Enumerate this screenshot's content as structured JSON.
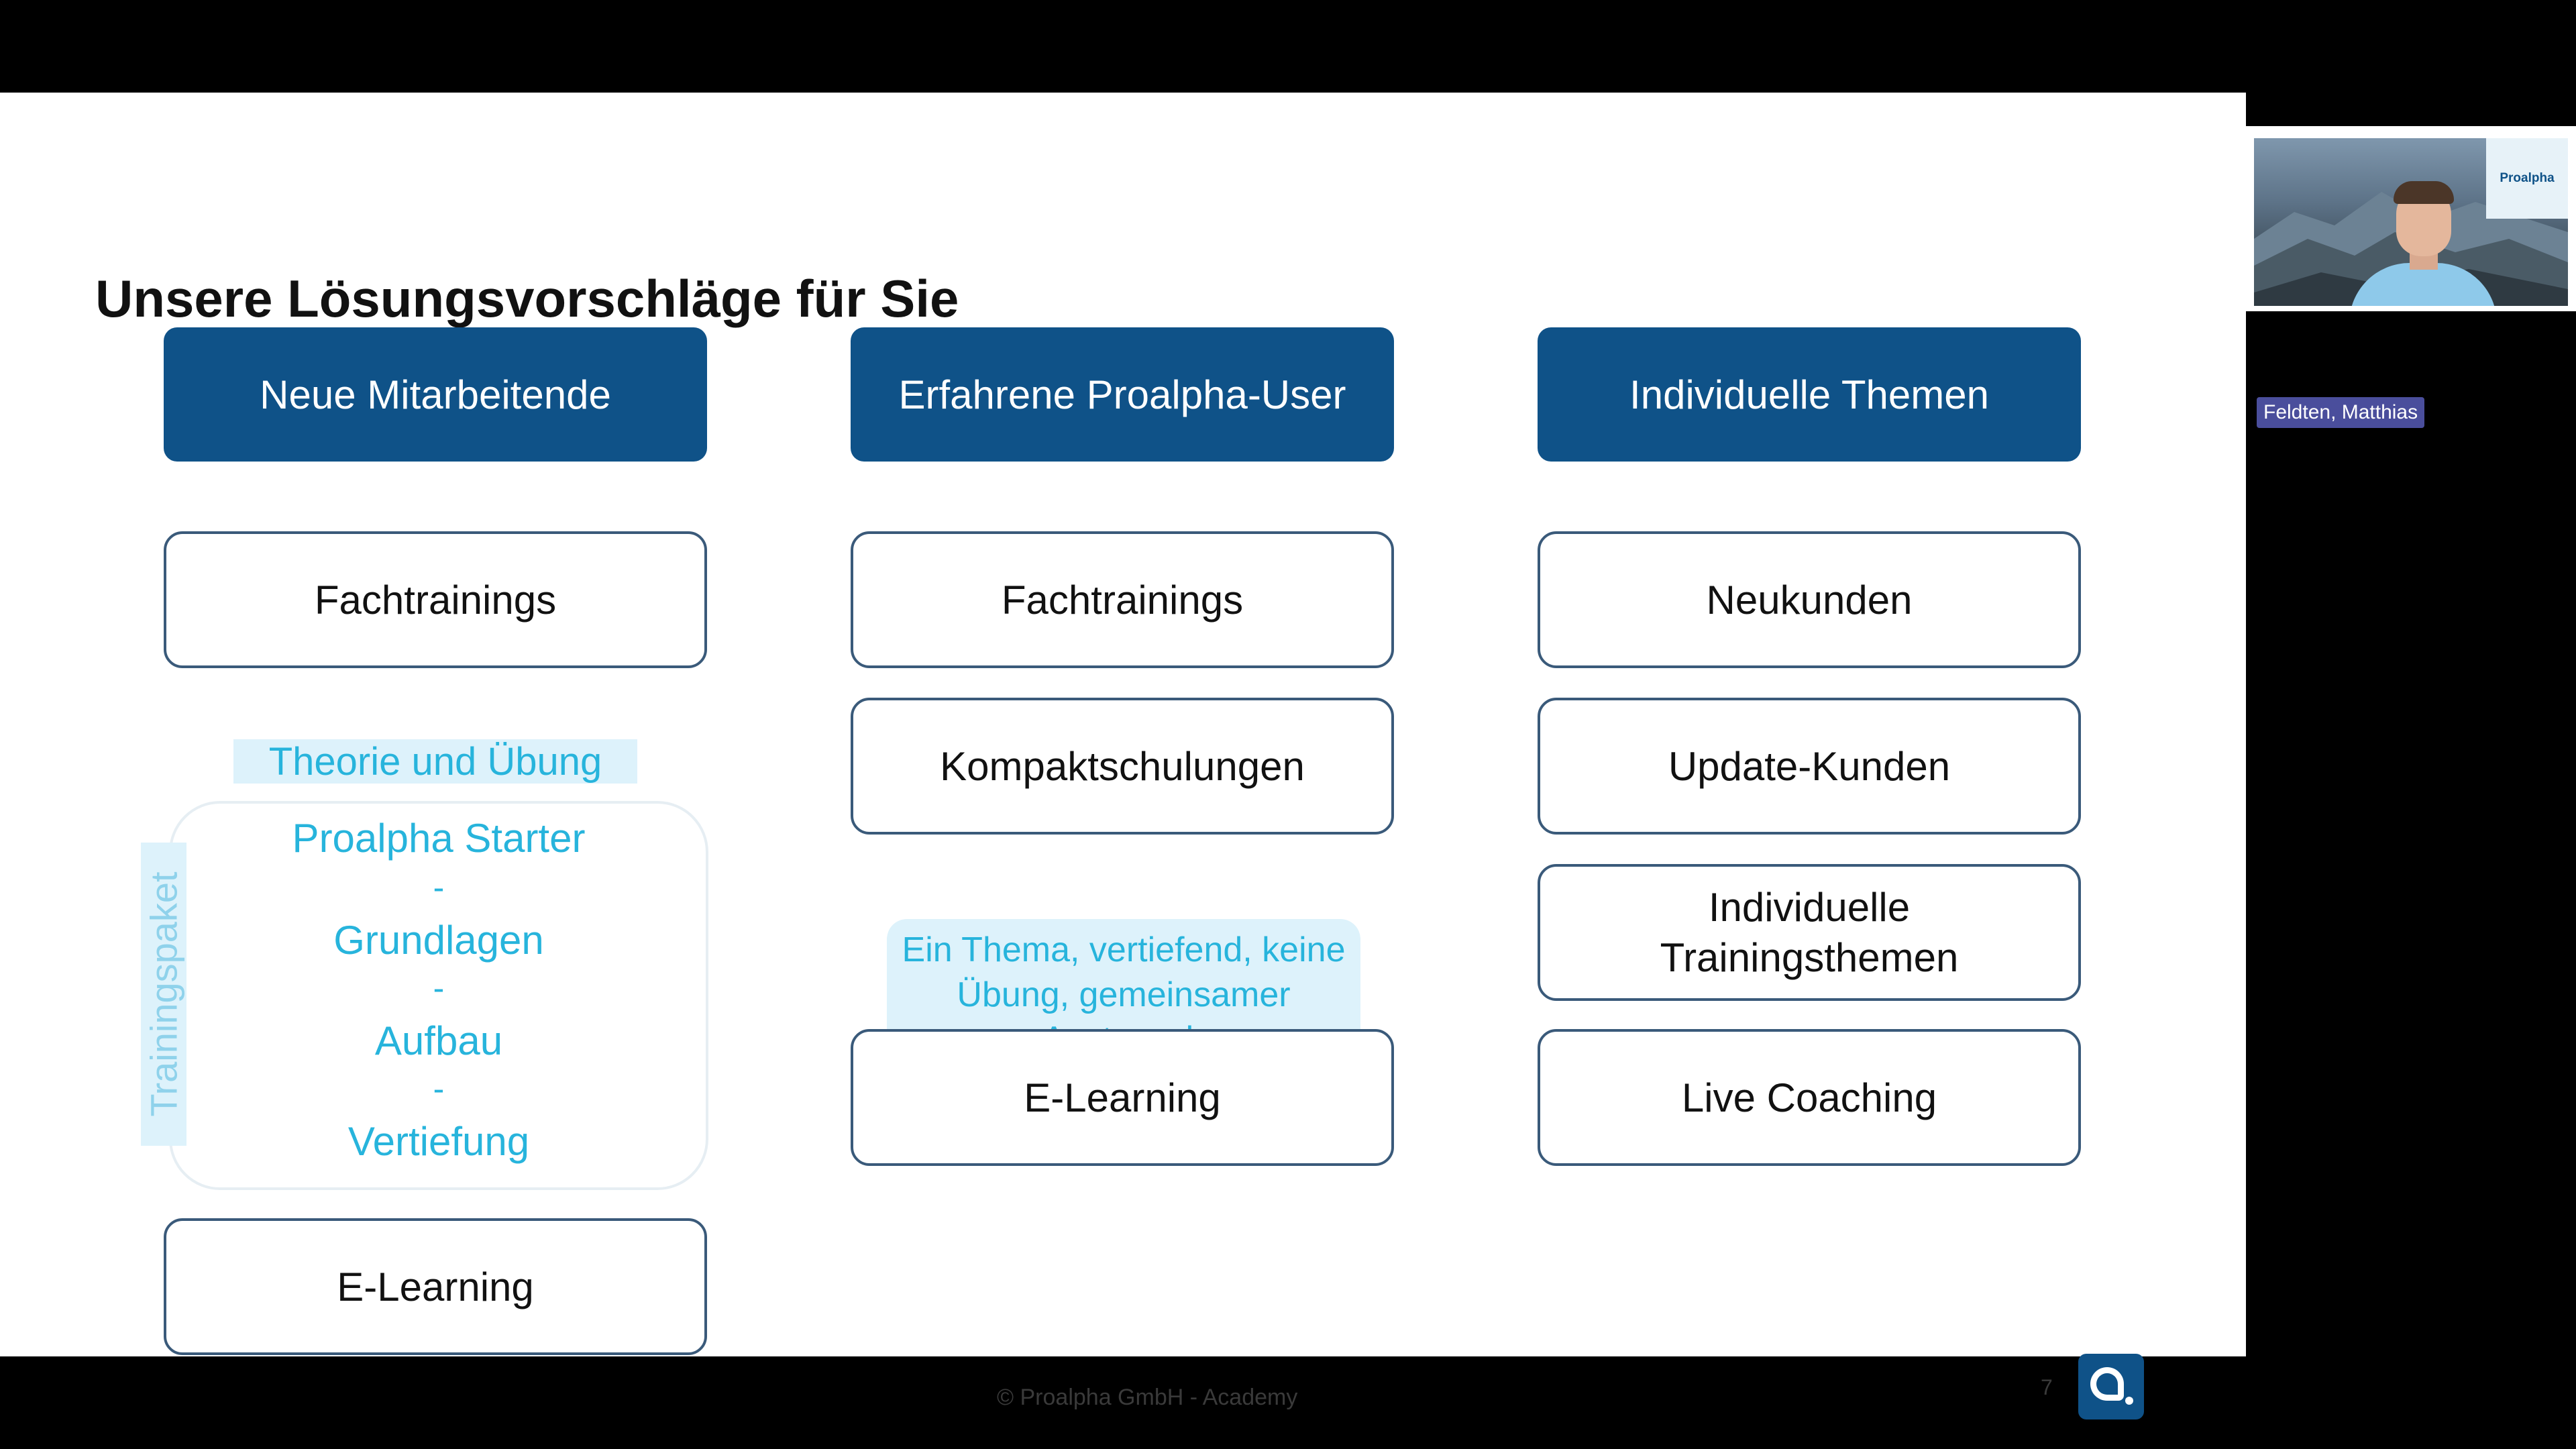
{
  "slide": {
    "title": "Unsere Lösungsvorschläge für Sie",
    "columns": [
      {
        "header": "Neue Mitarbeitende",
        "items": [
          "Fachtrainings",
          "E-Learning"
        ],
        "theory_tag": "Theorie und Übung",
        "package_label": "Trainingspaket",
        "package_items": [
          "Proalpha Starter",
          "Grundlagen",
          "Aufbau",
          "Vertiefung"
        ],
        "separator": "-"
      },
      {
        "header": "Erfahrene Proalpha-User",
        "items": [
          "Fachtrainings",
          "Kompaktschulungen",
          "E-Learning"
        ],
        "note": "Ein Thema, vertiefend, keine Übung, gemeinsamer Austausch"
      },
      {
        "header": "Individuelle Themen",
        "items": [
          "Neukunden",
          "Update-Kunden",
          "Individuelle Trainingsthemen",
          "Live Coaching"
        ]
      }
    ],
    "footer": "© Proalpha GmbH - Academy",
    "page_number": "7",
    "logo_icon": "proalpha-logo-icon"
  },
  "video": {
    "participant_name": "Feldten, Matthias",
    "brand_text": "Proalpha"
  },
  "colors": {
    "header_blue": "#0f5288",
    "accent_cyan": "#27b4dc",
    "tag_background": "#ddf2fb",
    "name_tag": "#4a4e9c"
  }
}
